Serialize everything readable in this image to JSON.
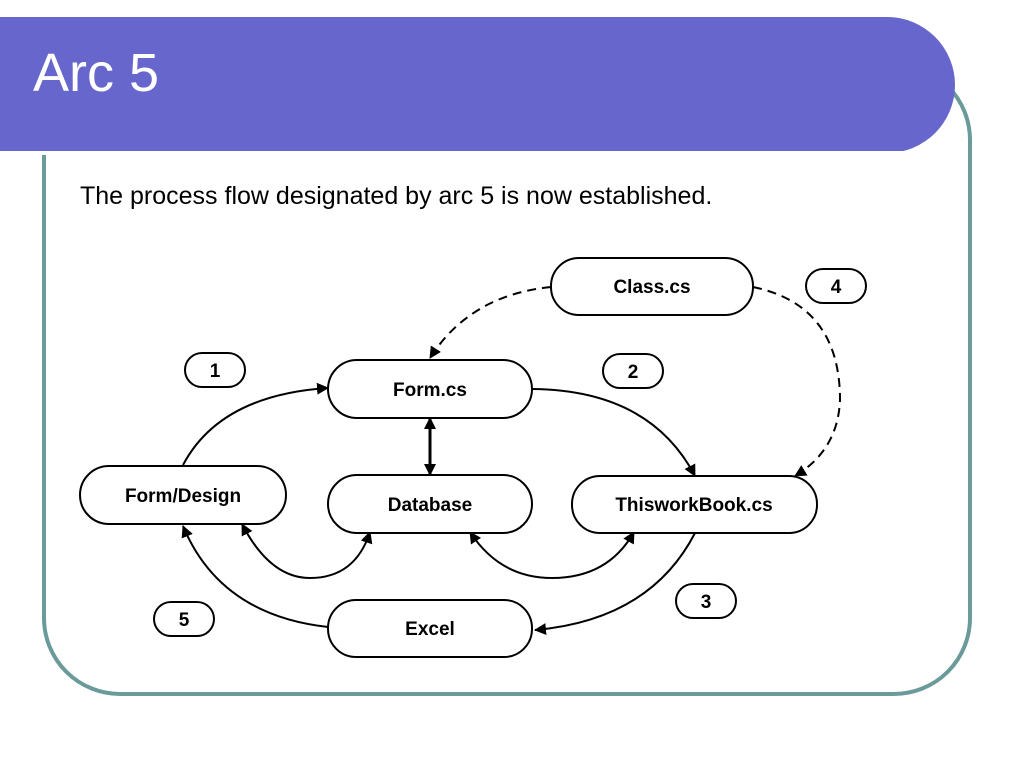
{
  "slide": {
    "title": "Arc 5",
    "body": "The process flow designated by arc 5 is now established."
  },
  "diagram": {
    "nodes": {
      "class_cs": "Class.cs",
      "form_cs": "Form.cs",
      "form_design": "Form/Design",
      "database": "Database",
      "thisworkbook_cs": "ThisworkBook.cs",
      "excel": "Excel"
    },
    "arc_labels": {
      "arc1": "1",
      "arc2": "2",
      "arc3": "3",
      "arc4": "4",
      "arc5": "5"
    }
  },
  "colors": {
    "title_bar": "#6666cc",
    "frame": "#6b9a9a"
  }
}
